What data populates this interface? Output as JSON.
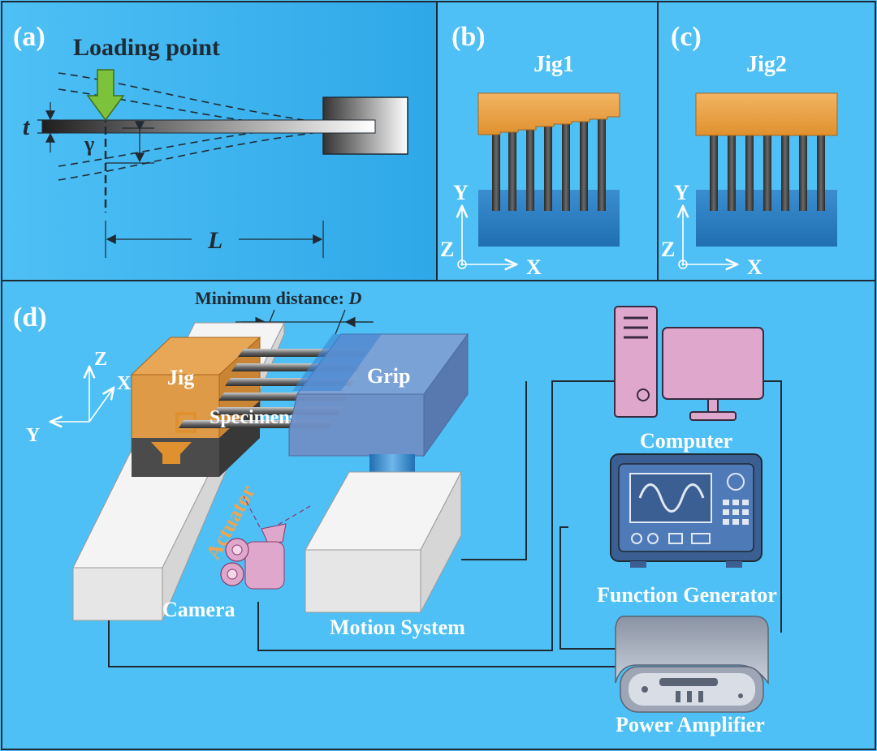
{
  "panels": {
    "a": {
      "label": "(a)",
      "loading_point": "Loading point",
      "thickness_symbol": "t",
      "deflection_symbol": "γ",
      "length_symbol": "L"
    },
    "b": {
      "label": "(b)",
      "title": "Jig1",
      "axis_y": "Y",
      "axis_z": "Z",
      "axis_x": "X"
    },
    "c": {
      "label": "(c)",
      "title": "Jig2",
      "axis_y": "Y",
      "axis_z": "Z",
      "axis_x": "X"
    },
    "d": {
      "label": "(d)",
      "min_distance_prefix": "Minimum distance: ",
      "min_distance_symbol": "D",
      "axis_z": "Z",
      "axis_x": "X",
      "axis_y": "Y",
      "jig": "Jig",
      "grip": "Grip",
      "specimens": "Specimens",
      "actuator": "Actuator",
      "camera": "Camera",
      "motion_system": "Motion System",
      "computer": "Computer",
      "function_generator": "Function Generator",
      "power_amplifier": "Power Amplifier"
    }
  },
  "colors": {
    "background": "#4ec0f5",
    "border": "#1f2a33",
    "jig_orange": "#f0a450",
    "substrate_blue": "#2a7fc4",
    "grip_blue": "#7b9fd0",
    "device_pink": "#e0a7cc",
    "device_navy": "#3b5f93",
    "arrow_green": "#7cc23a"
  }
}
